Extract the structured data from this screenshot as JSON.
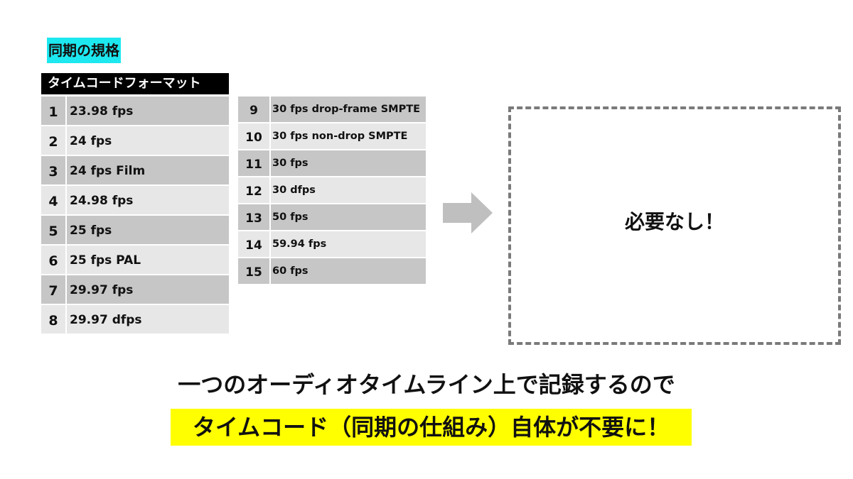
{
  "heading": "同期の規格",
  "table": {
    "title": "タイムコードフォーマット",
    "column1": [
      {
        "num": "1",
        "value": "23.98 fps"
      },
      {
        "num": "2",
        "value": "24 fps"
      },
      {
        "num": "3",
        "value": "24 fps Film"
      },
      {
        "num": "4",
        "value": "24.98 fps"
      },
      {
        "num": "5",
        "value": "25 fps"
      },
      {
        "num": "6",
        "value": "25 fps PAL"
      },
      {
        "num": "7",
        "value": "29.97 fps"
      },
      {
        "num": "8",
        "value": "29.97 dfps"
      }
    ],
    "column2": [
      {
        "num": "9",
        "value": "30 fps drop-frame SMPTE"
      },
      {
        "num": "10",
        "value": "30 fps non-drop SMPTE"
      },
      {
        "num": "11",
        "value": "30 fps"
      },
      {
        "num": "12",
        "value": "30 dfps"
      },
      {
        "num": "13",
        "value": "50 fps"
      },
      {
        "num": "14",
        "value": "59.94 fps"
      },
      {
        "num": "15",
        "value": "60 fps"
      }
    ]
  },
  "arrow_icon": "right-arrow-icon",
  "result": "必要なし！",
  "caption": "一つのオーディオタイムライン上で記録するので",
  "highlight": "タイムコード（同期の仕組み）自体が不要に！",
  "colors": {
    "heading_bg": "#1de8f0",
    "row_dark": "#c6c6c6",
    "row_light": "#e7e7e7",
    "arrow": "#bfbfbf",
    "box_border": "#7a7a7a",
    "highlight_bg": "#ffff00"
  }
}
